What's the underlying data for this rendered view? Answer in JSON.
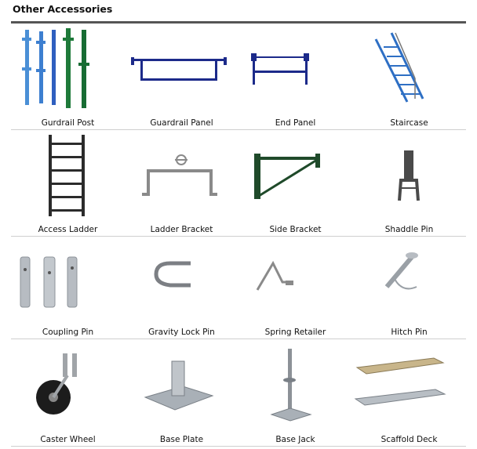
{
  "header": {
    "title": "Other Accessories"
  },
  "items": [
    {
      "label": "Gurdrail Post",
      "icon": "guardrail-post-icon"
    },
    {
      "label": "Guardrail Panel",
      "icon": "guardrail-panel-icon"
    },
    {
      "label": "End Panel",
      "icon": "end-panel-icon"
    },
    {
      "label": "Staircase",
      "icon": "staircase-icon"
    },
    {
      "label": "Access Ladder",
      "icon": "access-ladder-icon"
    },
    {
      "label": "Ladder Bracket",
      "icon": "ladder-bracket-icon"
    },
    {
      "label": "Side Bracket",
      "icon": "side-bracket-icon"
    },
    {
      "label": "Shaddle Pin",
      "icon": "shaddle-pin-icon"
    },
    {
      "label": "Coupling Pin",
      "icon": "coupling-pin-icon"
    },
    {
      "label": "Gravity Lock Pin",
      "icon": "gravity-lock-pin-icon"
    },
    {
      "label": "Spring Retailer",
      "icon": "spring-retailer-icon"
    },
    {
      "label": "Hitch Pin",
      "icon": "hitch-pin-icon"
    },
    {
      "label": "Caster Wheel",
      "icon": "caster-wheel-icon"
    },
    {
      "label": "Base Plate",
      "icon": "base-plate-icon"
    },
    {
      "label": "Base Jack",
      "icon": "base-jack-icon"
    },
    {
      "label": "Scaffold Deck",
      "icon": "scaffold-deck-icon"
    }
  ]
}
